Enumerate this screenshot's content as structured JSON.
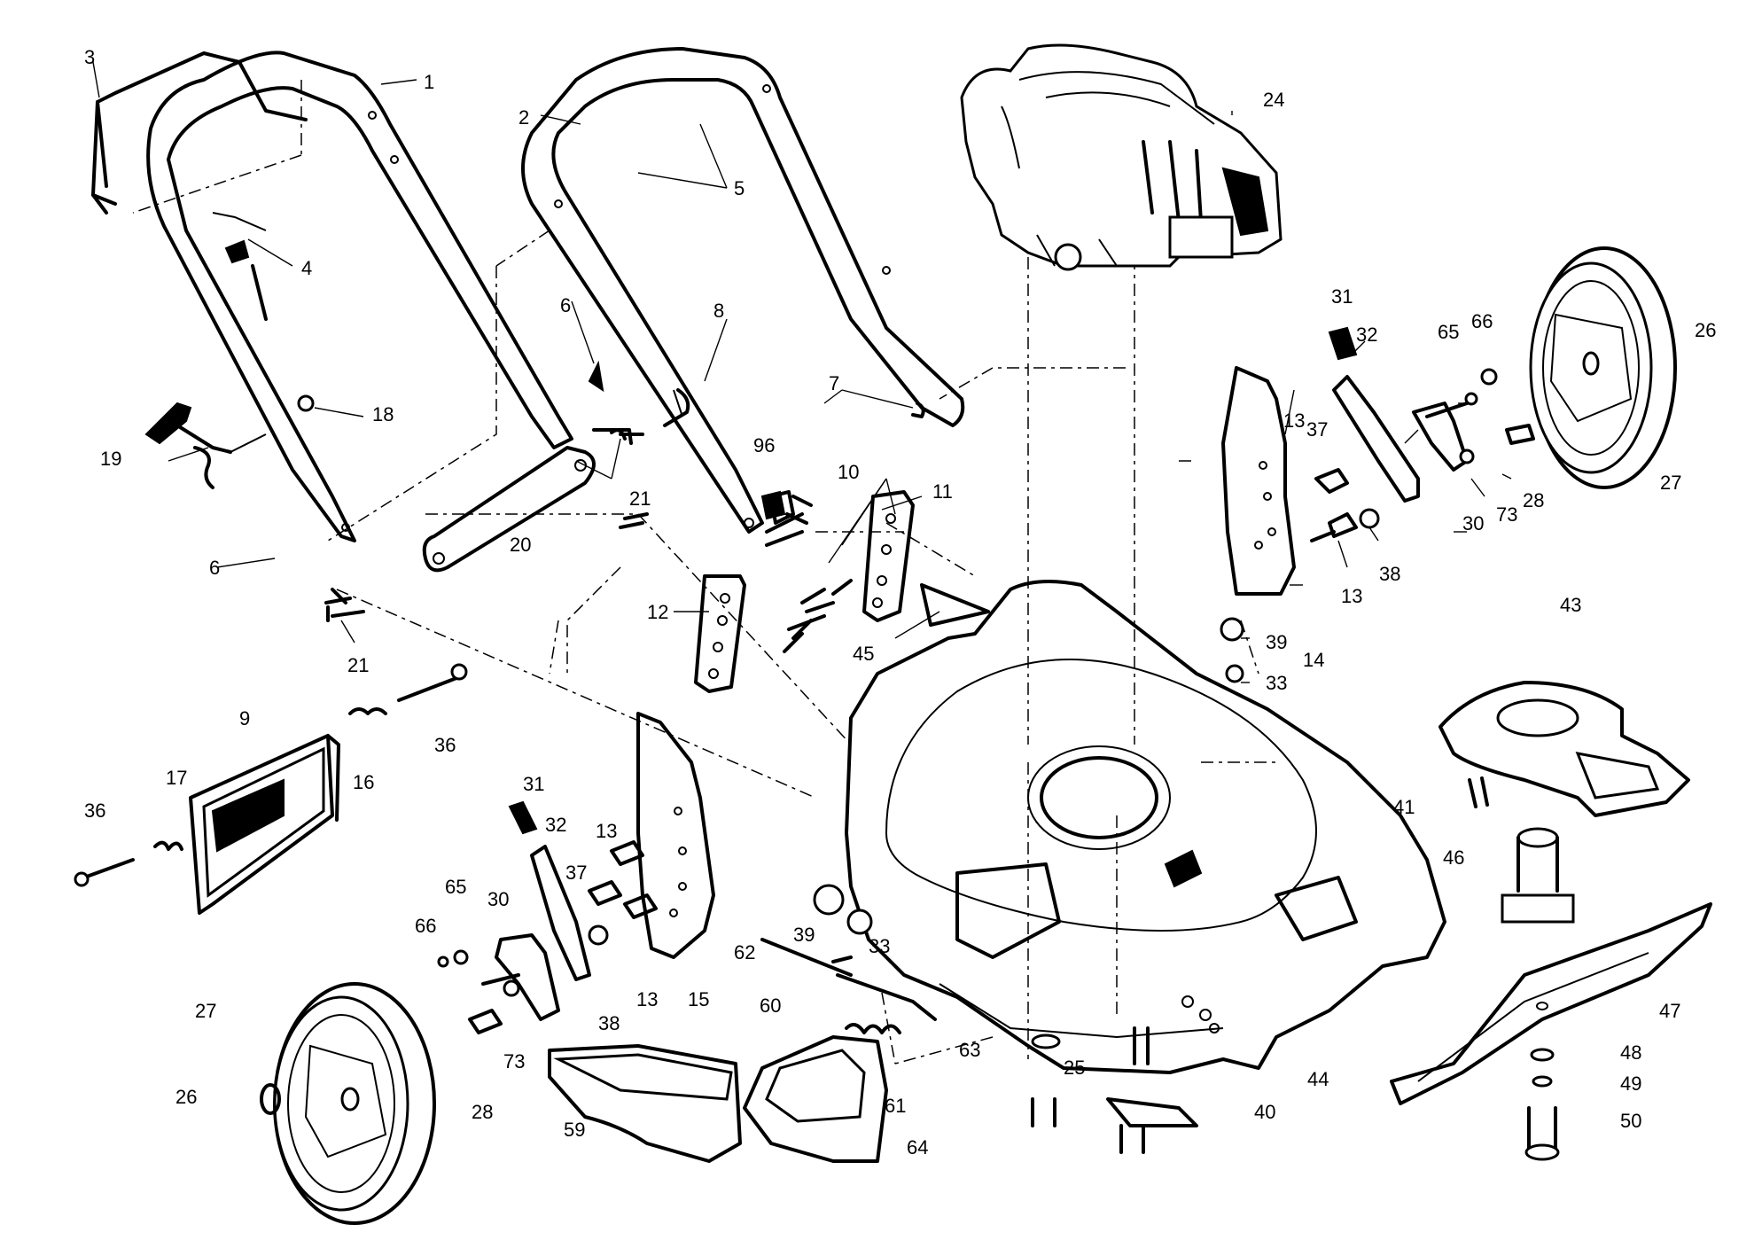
{
  "diagram": {
    "part_numbers": [
      "1",
      "2",
      "3",
      "4",
      "5",
      "6",
      "6",
      "7",
      "8",
      "9",
      "10",
      "11",
      "12",
      "13",
      "13",
      "13",
      "13",
      "14",
      "15",
      "16",
      "17",
      "18",
      "19",
      "20",
      "21",
      "21",
      "24",
      "25",
      "26",
      "26",
      "27",
      "27",
      "28",
      "28",
      "30",
      "30",
      "31",
      "31",
      "32",
      "32",
      "33",
      "33",
      "36",
      "36",
      "37",
      "37",
      "38",
      "38",
      "39",
      "39",
      "40",
      "41",
      "43",
      "44",
      "45",
      "46",
      "47",
      "48",
      "49",
      "50",
      "59",
      "60",
      "61",
      "62",
      "63",
      "64",
      "65",
      "65",
      "66",
      "66",
      "73",
      "73",
      "96"
    ]
  }
}
